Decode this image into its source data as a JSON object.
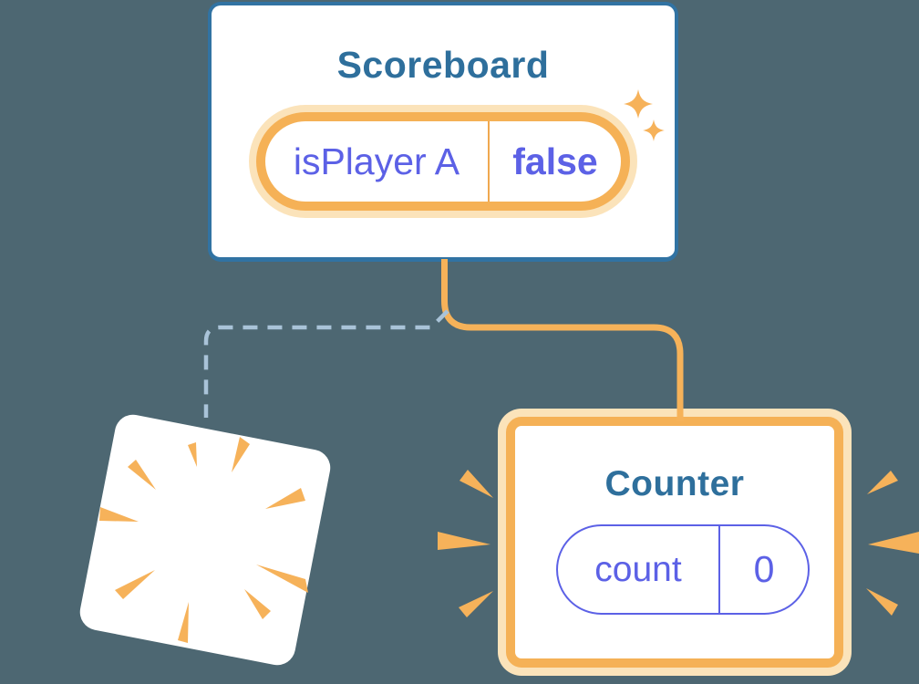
{
  "diagram": {
    "description": "React state preservation diagram: Scoreboard component keeps state while a component is destroyed and a new Counter is created",
    "scoreboard": {
      "title": "Scoreboard",
      "state": {
        "key": "isPlayer A",
        "value": "false"
      }
    },
    "counter": {
      "title": "Counter",
      "state": {
        "key": "count",
        "value": "0"
      }
    },
    "destroyed_component": {
      "label": ""
    }
  },
  "colors": {
    "background_slate": "#4d6772",
    "card_white": "#ffffff",
    "card_border_blue": "#3173a3",
    "title_blue": "#2e6f9c",
    "orange": "#f5b156",
    "orange_light_glow": "#fbe3ba",
    "connector_orange": "#f6b259",
    "state_purple": "#5c61e6",
    "dashed_line_blue": "#a9c3d8"
  }
}
